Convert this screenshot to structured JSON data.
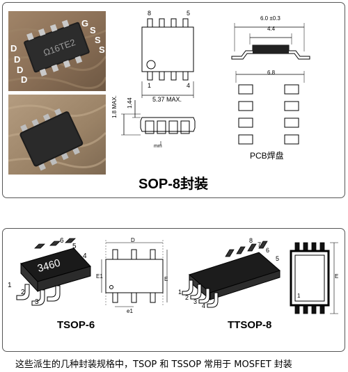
{
  "sop8": {
    "pin_labels_photo": {
      "g": "G",
      "s1": "S",
      "s2": "S",
      "s3": "S",
      "d1": "D",
      "d2": "D",
      "d3": "D",
      "d4": "D"
    },
    "chip_marking": "Ω16TE2",
    "pins_top": {
      "left": "8",
      "right": "5"
    },
    "pins_bottom": {
      "left": "1",
      "right": "4"
    },
    "dim_width": "5.37 MAX.",
    "dim_height_max": "1.8 MAX.",
    "dim_lead": "1.44",
    "unit": "mm",
    "dim_overall": "6.0 ±0.3",
    "dim_body": "4.4",
    "dim_pitch": "6.8",
    "pcb_label": "PCB焊盘",
    "title": "SOP-8封装"
  },
  "tsop6": {
    "marking": "3460",
    "pins": [
      "1",
      "2",
      "3",
      "4",
      "5",
      "6"
    ],
    "dim_D": "D",
    "dim_E1": "E1",
    "dim_E": "E",
    "dim_e1": "e1",
    "title": "TSOP-6"
  },
  "ttsop8": {
    "pins": [
      "1",
      "2",
      "3",
      "4",
      "5",
      "6",
      "7",
      "8"
    ],
    "dim_E": "E",
    "side_pin": "1",
    "title": "TTSOP-8"
  },
  "caption": "这些派生的几种封装规格中，TSOP 和 TSSOP 常用于 MOSFET 封装"
}
